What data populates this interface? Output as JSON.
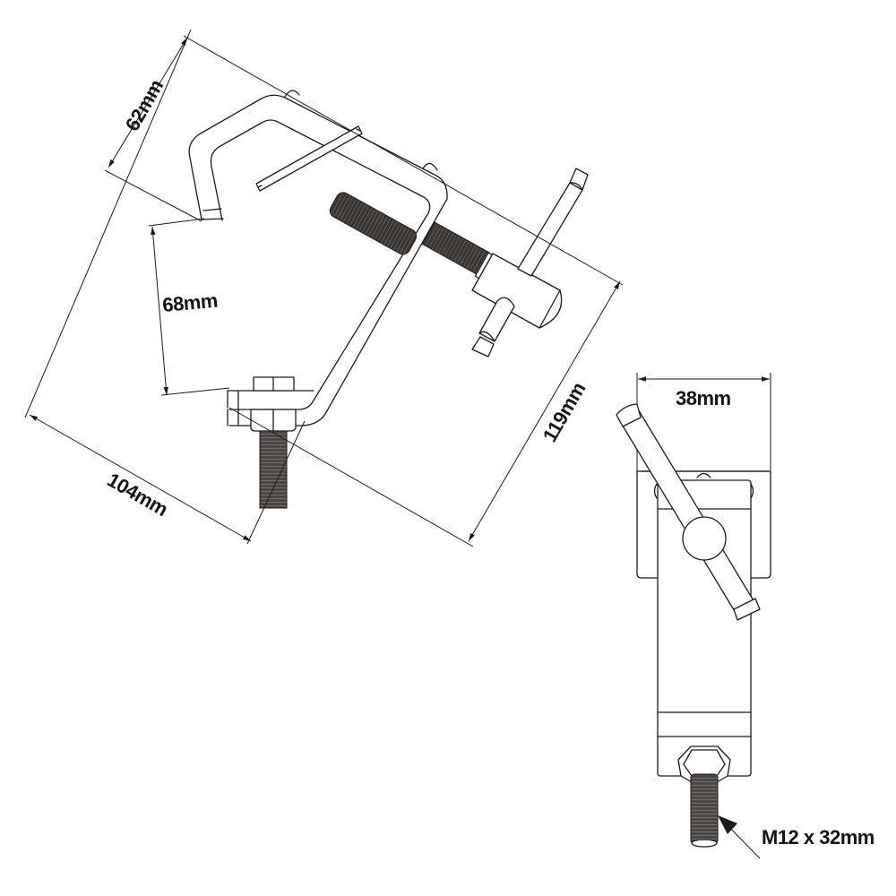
{
  "drawing": {
    "subject": "hook clamp technical dimension drawing",
    "line_color": "#1a1a1a",
    "thread_color": "#3a3634",
    "background": "#ffffff"
  },
  "dimensions": {
    "hook_depth": "62mm",
    "jaw_opening": "68mm",
    "overall_length": "104mm",
    "overall_height": "119mm",
    "width": "38mm",
    "bolt": "M12 x 32mm"
  },
  "views": [
    {
      "name": "main-view",
      "label": "angled side view of hook clamp"
    },
    {
      "name": "end-view",
      "label": "end view of clamp with mounting bolt"
    }
  ]
}
